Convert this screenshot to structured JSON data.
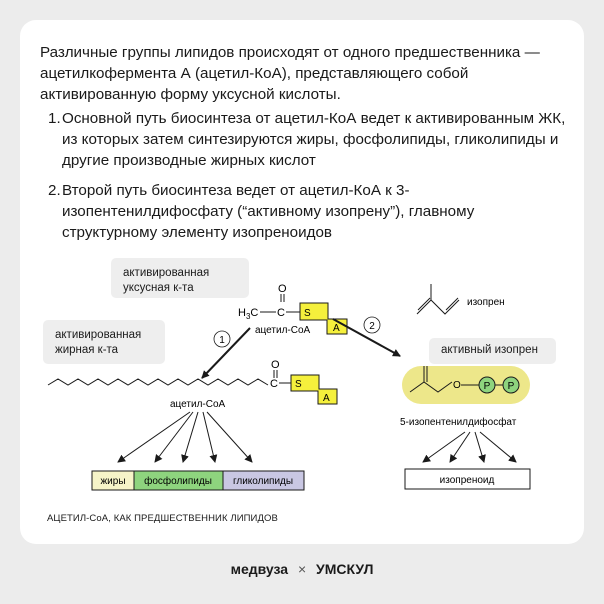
{
  "intro": "Различные группы липидов происходят от одного предшественника — ацетилкофермента А (ацетил-КоА), представляющего собой активированную форму уксусной кислоты.",
  "list": [
    {
      "num": "1.",
      "text": "Основной путь биосинтеза от ацетил-КоА ведет к активированным ЖК, из которых затем синтезируются жиры, фосфолипиды, гликолипиды и другие производные жирных кислот"
    },
    {
      "num": "2.",
      "text": "Второй путь биосинтеза ведет от ацетил-КоА к 3-изопентенилдифосфату (“активному изопрену”), главному структурному элементу изопреноидов"
    }
  ],
  "labels": {
    "activated_acetic": "активированная уксусная к-та",
    "activated_fatty": "активированная жирная к-та",
    "active_isoprene": "активный изопрен"
  },
  "diagram": {
    "h3c": "H",
    "h3c_sub": "3",
    "h3c_tail": "C",
    "o": "O",
    "c": "C",
    "s": "S",
    "a": "A",
    "acetyl_coa_1": "ацетил-CoA",
    "acetyl_coa_2": "ацетил-CoA",
    "step1": "1",
    "step2": "2",
    "isoprene": "изопрен",
    "ipp": "5-изопентенилдифосфат",
    "p": "P",
    "o_link": "O",
    "fats": "жиры",
    "phospholipids": "фосфолипиды",
    "glycolipids": "гликолипиды",
    "isoprenoid": "изопреноид"
  },
  "colors": {
    "yellow": "#f5f03c",
    "green": "#8ed47e",
    "lilac": "#c9c7e3",
    "cream": "#f6f4c8",
    "yellow_oval": "#ede78a"
  },
  "caption": "АЦЕТИЛ-CoA, КАК ПРЕДШЕСТВЕННИК ЛИПИДОВ",
  "footer": {
    "left": "медвуза",
    "sep": "×",
    "right": "УМСКУЛ"
  }
}
